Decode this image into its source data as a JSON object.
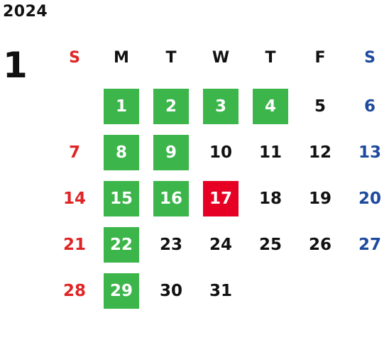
{
  "calendar": {
    "year": "2024",
    "month": "1",
    "weekdays": [
      "S",
      "M",
      "T",
      "W",
      "T",
      "F",
      "S"
    ],
    "first_weekday_index": 1,
    "days": [
      "1",
      "2",
      "3",
      "4",
      "5",
      "6",
      "7",
      "8",
      "9",
      "10",
      "11",
      "12",
      "13",
      "14",
      "15",
      "16",
      "17",
      "18",
      "19",
      "20",
      "21",
      "22",
      "23",
      "24",
      "25",
      "26",
      "27",
      "28",
      "29",
      "30",
      "31"
    ],
    "highlighted_days": [
      "1",
      "2",
      "3",
      "4",
      "8",
      "9",
      "15",
      "16",
      "22",
      "29"
    ],
    "today": "17"
  },
  "colors": {
    "sunday": "#e02424",
    "saturday": "#1e4a9e",
    "weekday_header": "#111111",
    "day_text": "#111111",
    "highlight_bg": "#3cb54a",
    "highlight_text": "#ffffff",
    "today_bg": "#e60023",
    "today_text": "#ffffff"
  }
}
